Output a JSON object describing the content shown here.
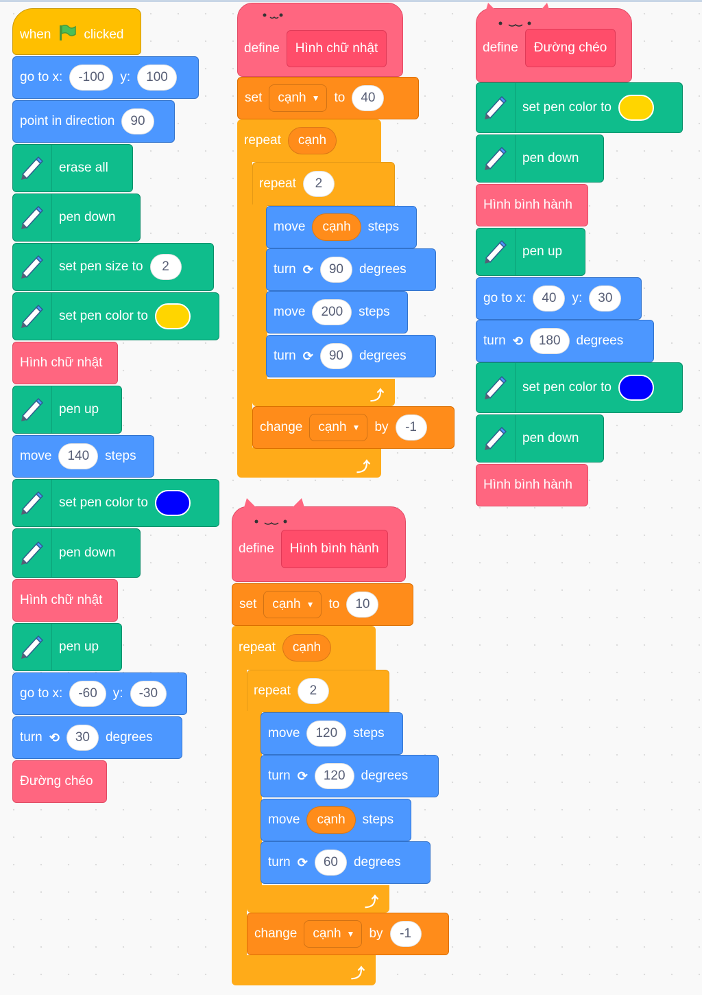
{
  "colors": {
    "motion": "#4c97ff",
    "pen": "#0fbd8c",
    "my_blocks": "#ff6680",
    "events": "#ffbf00",
    "control": "#ffab19",
    "variables": "#ff8c1a",
    "yellow": "#ffd500",
    "blue": "#0000ff"
  },
  "icons": [
    "pen-icon",
    "green-flag-icon",
    "turn-right-icon",
    "turn-left-icon",
    "repeat-arrow-icon",
    "dropdown-caret-icon"
  ],
  "script_main": {
    "when": "when",
    "clicked": "clicked",
    "go_to_x_1": "go to x:",
    "x1": "-100",
    "y_label_1": "y:",
    "y1": "100",
    "point_dir": "point in direction",
    "dir": "90",
    "erase_all": "erase all",
    "pen_down_1": "pen down",
    "set_pen_size": "set pen size to",
    "pen_size": "2",
    "set_pen_color_1": "set pen color to",
    "call_rect_1": "Hình chữ nhật",
    "pen_up_1": "pen up",
    "move": "move",
    "move_val": "140",
    "steps": "steps",
    "set_pen_color_2": "set pen color to",
    "pen_down_2": "pen down",
    "call_rect_2": "Hình chữ nhật",
    "pen_up_2": "pen up",
    "go_to_x_2": "go to x:",
    "x2": "-60",
    "y_label_2": "y:",
    "y2": "-30",
    "turn": "turn",
    "turn_val": "30",
    "degrees": "degrees",
    "call_diag": "Đường chéo"
  },
  "script_rect": {
    "define": "define",
    "name": "Hình chữ nhật",
    "set": "set",
    "var": "cạnh",
    "to": "to",
    "set_val": "40",
    "repeat": "repeat",
    "repeat_var": "cạnh",
    "repeat_inner": "repeat",
    "inner_count": "2",
    "move1": "move",
    "move1_var": "cạnh",
    "steps1": "steps",
    "turn1": "turn",
    "turn1_val": "90",
    "deg1": "degrees",
    "move2": "move",
    "move2_val": "200",
    "steps2": "steps",
    "turn2": "turn",
    "turn2_val": "90",
    "deg2": "degrees",
    "change": "change",
    "change_var": "cạnh",
    "by": "by",
    "change_val": "-1"
  },
  "script_para": {
    "define": "define",
    "name": "Hình bình hành",
    "set": "set",
    "var": "cạnh",
    "to": "to",
    "set_val": "10",
    "repeat": "repeat",
    "repeat_var": "cạnh",
    "repeat_inner": "repeat",
    "inner_count": "2",
    "move1": "move",
    "move1_val": "120",
    "steps1": "steps",
    "turn1": "turn",
    "turn1_val": "120",
    "deg1": "degrees",
    "move2": "move",
    "move2_var": "cạnh",
    "steps2": "steps",
    "turn2": "turn",
    "turn2_val": "60",
    "deg2": "degrees",
    "change": "change",
    "change_var": "cạnh",
    "by": "by",
    "change_val": "-1"
  },
  "script_diag": {
    "define": "define",
    "name": "Đường chéo",
    "set_pen_color_1": "set pen color to",
    "pen_down_1": "pen down",
    "call_para_1": "Hình bình hành",
    "pen_up": "pen up",
    "go_to_x": "go to x:",
    "x": "40",
    "y_label": "y:",
    "y": "30",
    "turn": "turn",
    "turn_val": "180",
    "degrees": "degrees",
    "set_pen_color_2": "set pen color to",
    "pen_down_2": "pen down",
    "call_para_2": "Hình bình hành"
  }
}
